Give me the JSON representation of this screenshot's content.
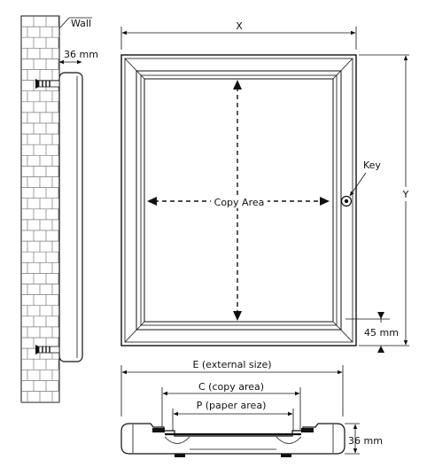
{
  "labels": {
    "wall": "Wall",
    "wall_depth": "36 mm",
    "x": "X",
    "y": "Y",
    "key": "Key",
    "copy_area": "Copy Area",
    "frame_width": "45 mm",
    "external_size": "E (external size)",
    "copy_area_dim": "C (copy area)",
    "paper_area_dim": "P (paper area)",
    "section_depth": "36 mm"
  }
}
